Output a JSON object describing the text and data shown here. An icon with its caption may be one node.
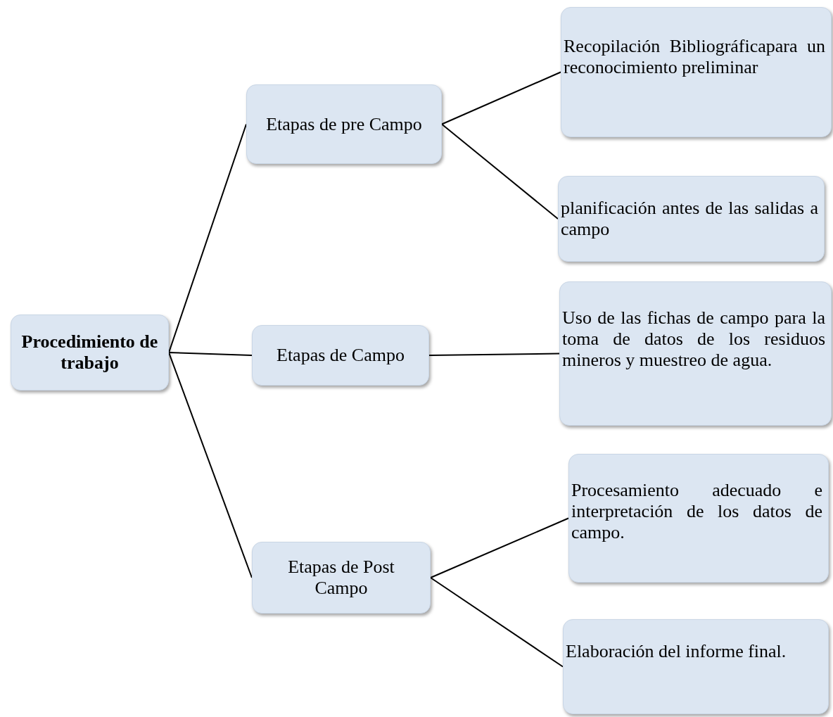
{
  "diagram": {
    "nodes": [
      {
        "text": [
          "Procedimiento de trabajo"
        ]
      },
      {
        "text": [
          "Etapas de pre Campo"
        ]
      },
      {
        "text": [
          "Recopilación Bibliográficapara un reconocimiento preliminar"
        ]
      },
      {
        "text": [
          "planificación antes de las salidas a campo"
        ]
      },
      {
        "text": [
          "Etapas de Campo"
        ]
      },
      {
        "text": [
          "Uso de las fichas de campo para la toma de datos de los residuos mineros y muestreo de agua."
        ]
      },
      {
        "text": [
          "Etapas de Post Campo"
        ]
      },
      {
        "text": [
          "Procesamiento adecuado e interpretación de los datos de campo."
        ]
      },
      {
        "text": [
          "Elaboración del informe final."
        ]
      }
    ],
    "edges": [
      {
        "from": 0,
        "to": 1,
        "arrow": "none"
      },
      {
        "from": 0,
        "to": 4,
        "arrow": "none"
      },
      {
        "from": 0,
        "to": 6,
        "arrow": "none"
      },
      {
        "from": 1,
        "to": 2,
        "arrow": "none"
      },
      {
        "from": 1,
        "to": 3,
        "arrow": "none"
      },
      {
        "from": 4,
        "to": 5,
        "arrow": "none"
      },
      {
        "from": 6,
        "to": 7,
        "arrow": "none"
      },
      {
        "from": 6,
        "to": 8,
        "arrow": "none"
      }
    ]
  }
}
